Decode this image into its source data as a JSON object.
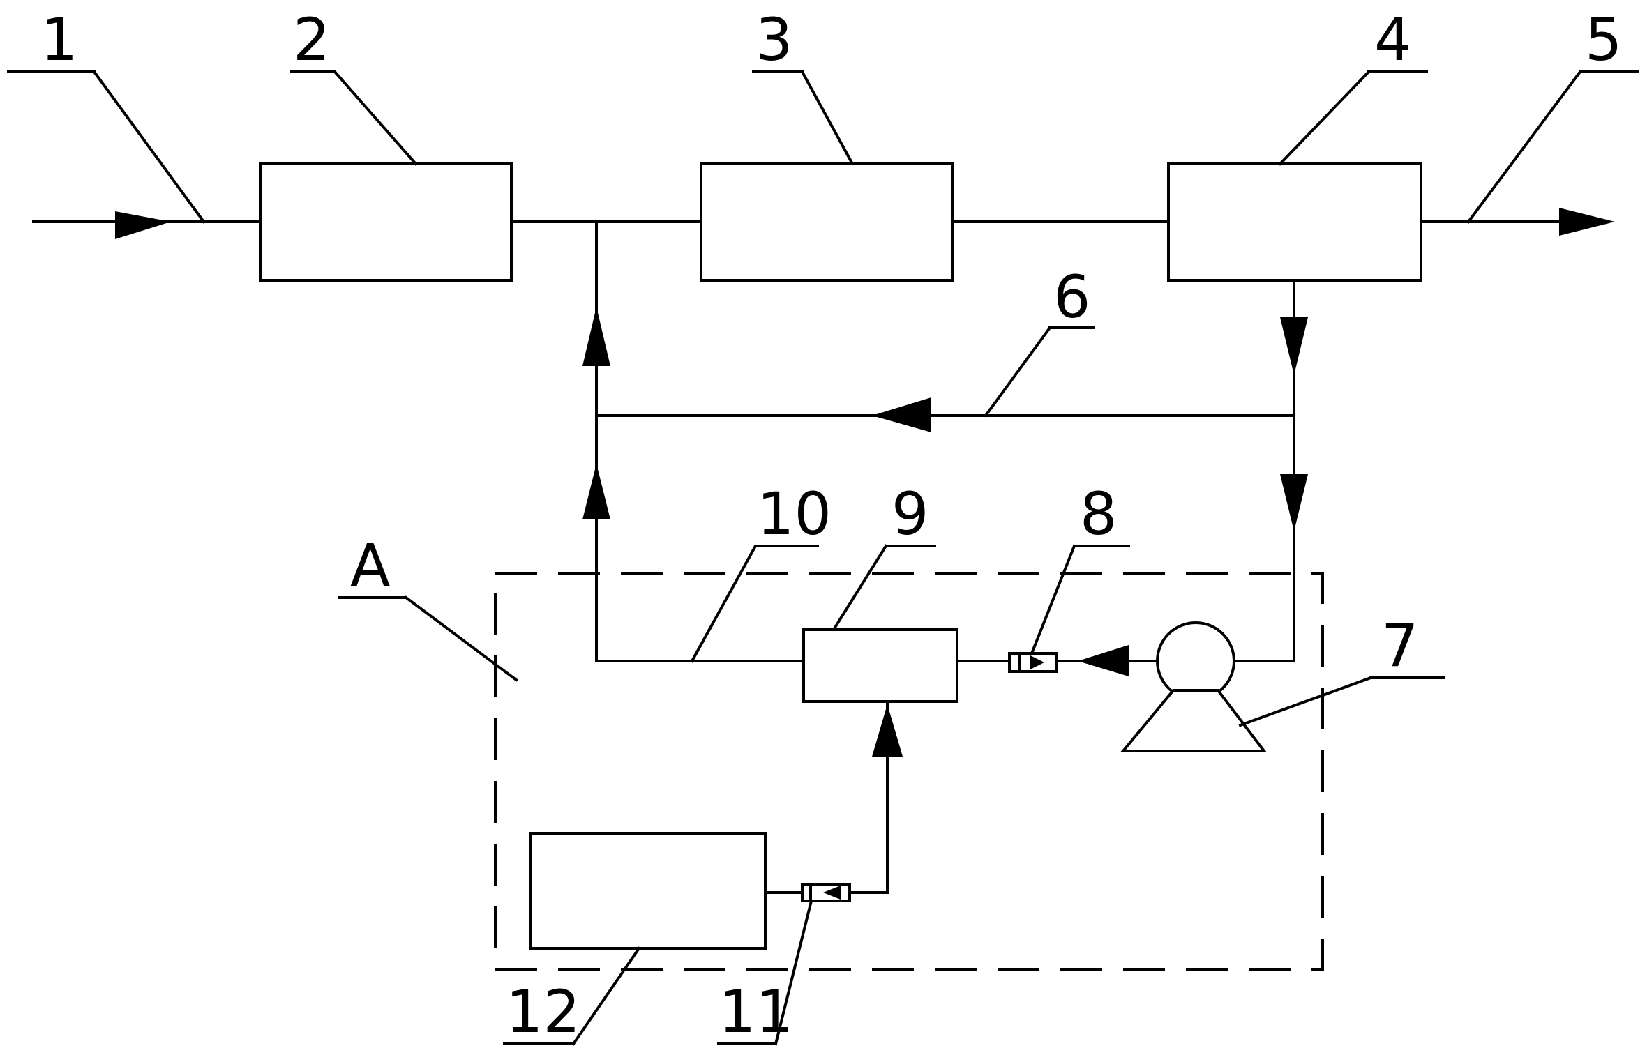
{
  "labels": {
    "l1": "1",
    "l2": "2",
    "l3": "3",
    "l4": "4",
    "l5": "5",
    "l6": "6",
    "l7": "7",
    "l8": "8",
    "l9": "9",
    "l10": "10",
    "l11": "11",
    "l12": "12",
    "lA": "A"
  }
}
